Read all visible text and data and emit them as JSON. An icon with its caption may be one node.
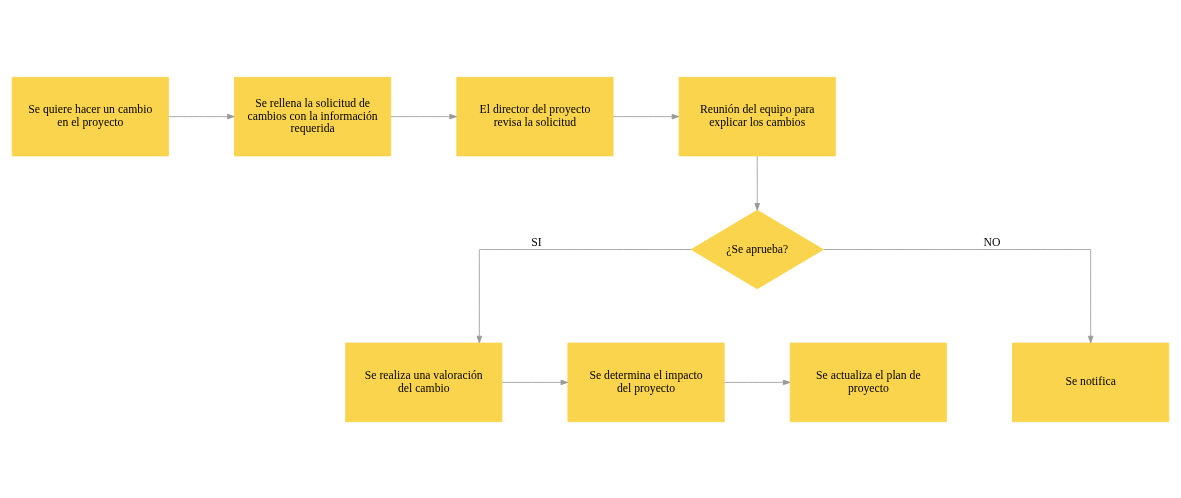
{
  "diagram": {
    "nodes": [
      {
        "text": [
          "Se quiere hacer un cambio en el proyecto"
        ]
      },
      {
        "text": [
          "Se rellena la solicitud de cambios con la información requerida"
        ]
      },
      {
        "text": [
          "El director del proyecto revisa la solicitud"
        ]
      },
      {
        "text": [
          "Reunión del equipo para explicar los cambios"
        ]
      },
      {
        "text": [
          "¿Se aprueba?"
        ]
      },
      {
        "text": [
          "Se realiza una valoración del cambio"
        ]
      },
      {
        "text": [
          "Se determina el impacto del proyecto"
        ]
      },
      {
        "text": [
          "Se actualiza el plan de proyecto"
        ]
      },
      {
        "text": [
          "Se notifica"
        ]
      }
    ],
    "edges": [
      {
        "from": 0,
        "to": 1,
        "arrow": "to"
      },
      {
        "from": 1,
        "to": 2,
        "arrow": "to"
      },
      {
        "from": 2,
        "to": 3,
        "arrow": "to"
      },
      {
        "from": 3,
        "to": 4,
        "arrow": "to"
      },
      {
        "from": 4,
        "to": 5,
        "arrow": "to",
        "label": "SI"
      },
      {
        "from": 4,
        "to": 8,
        "arrow": "to",
        "label": "NO"
      },
      {
        "from": 5,
        "to": 6,
        "arrow": "to"
      },
      {
        "from": 6,
        "to": 7,
        "arrow": "to"
      }
    ]
  }
}
